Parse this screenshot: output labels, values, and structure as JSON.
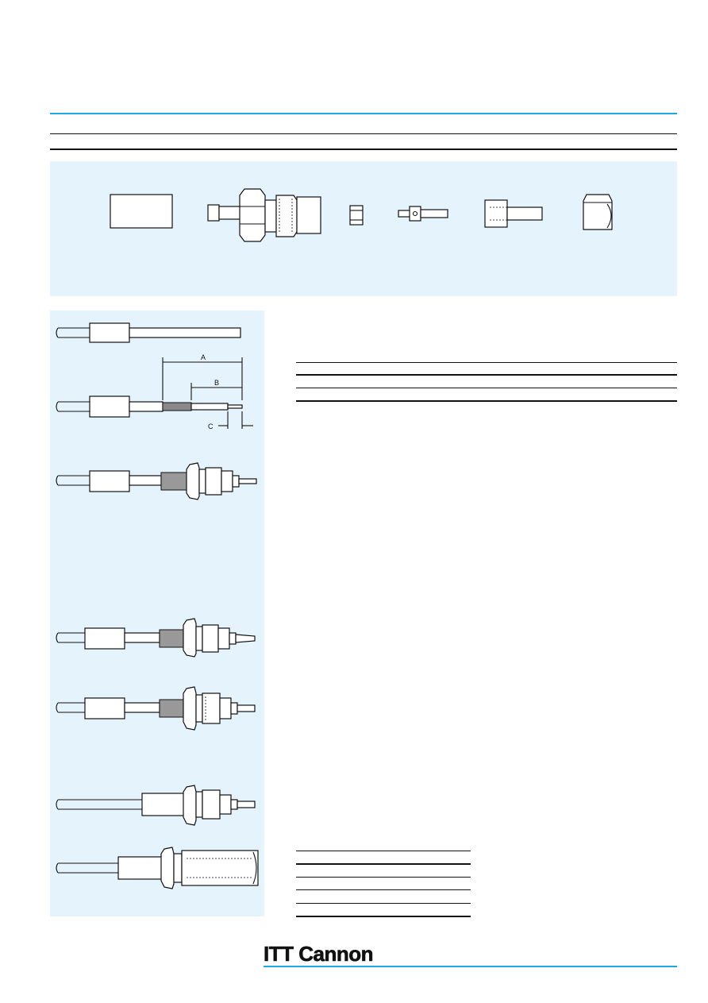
{
  "dimensions": {
    "a": "A",
    "b": "B",
    "c": "C"
  },
  "footer": {
    "brand": "ITT Cannon"
  },
  "colors": {
    "accent_rule": "#1ea7e1",
    "panel_bg": "#e4f3fc",
    "ink": "#111111"
  }
}
